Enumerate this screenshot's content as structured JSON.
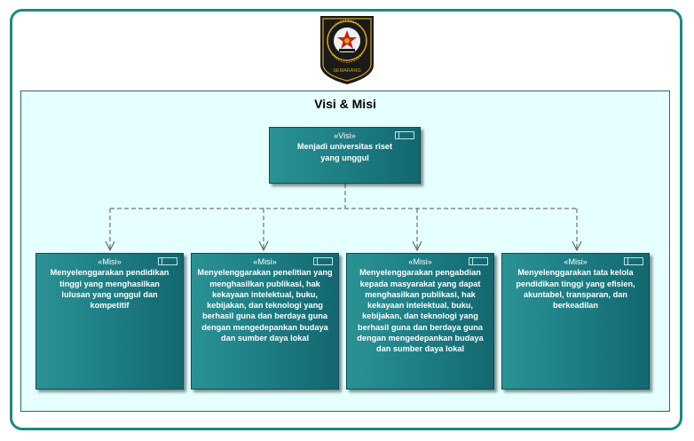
{
  "logo": {
    "text_top": "UNIVERSITAS DIPONEGORO",
    "text_bottom": "SEMARANG"
  },
  "container": {
    "title": "Visi & Misi"
  },
  "visi": {
    "stereotype": "«Visi»",
    "text": "Menjadi universitas riset yang unggul"
  },
  "misi": [
    {
      "stereotype": "«Misi»",
      "text": "Menyelenggarakan pendidikan tinggi yang menghasilkan lulusan yang unggul dan kompetitif"
    },
    {
      "stereotype": "«Misi»",
      "text": "Menyelenggarakan penelitian yang menghasilkan publikasi, hak kekayaan intelektual, buku, kebijakan, dan teknologi yang berhasil guna dan berdaya guna dengan mengedepankan budaya dan sumber daya lokal"
    },
    {
      "stereotype": "«Misi»",
      "text": "Menyelenggarakan pengabdian kepada masyarakat yang dapat menghasilkan publikasi, hak kekayaan intelektual, buku, kebijakan, dan teknologi yang berhasil guna dan berdaya guna dengan mengedepankan budaya dan sumber daya lokal"
    },
    {
      "stereotype": "«Misi»",
      "text": "Menyelenggarakan tata kelola pendidikan tinggi yang efisien, akuntabel, transparan, dan berkeadilan"
    }
  ],
  "colors": {
    "frame": "#1c8a80",
    "container_fill": "#e6ffff",
    "box_fill": "#1d7e84",
    "connector": "#555555"
  }
}
